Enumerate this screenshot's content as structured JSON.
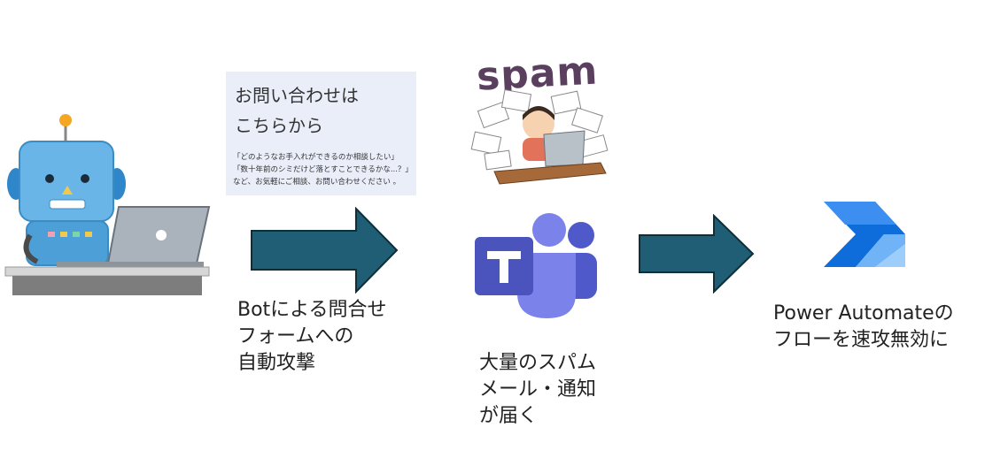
{
  "form_card": {
    "title_lines": [
      "お問い合わせは",
      "こちらから"
    ],
    "body_lines": [
      "「どのようなお手入れができるのか相談したい」",
      "「数十年前のシミだけど落とすことできるかな...？」",
      "など、お気軽にご相談、お問い合わせください 。"
    ]
  },
  "spam_label": "spam",
  "captions": {
    "bot_attack": [
      "Botによる問合せ",
      "フォームへの",
      "自動攻撃"
    ],
    "spam_mail": [
      "大量のスパム",
      "メール・通知",
      "が届く"
    ],
    "power_automate": [
      "Power Automateの",
      "フローを速攻無効に"
    ]
  },
  "icons": [
    "robot-laptop-icon",
    "arrow-right-icon",
    "spam-person-icon",
    "teams-icon",
    "power-automate-icon"
  ],
  "colors": {
    "arrow_fill": "#1f5e74",
    "arrow_stroke": "#0d2f3b",
    "teams_purple": "#5059c9",
    "power_automate_blue": "#0f6cdb"
  }
}
